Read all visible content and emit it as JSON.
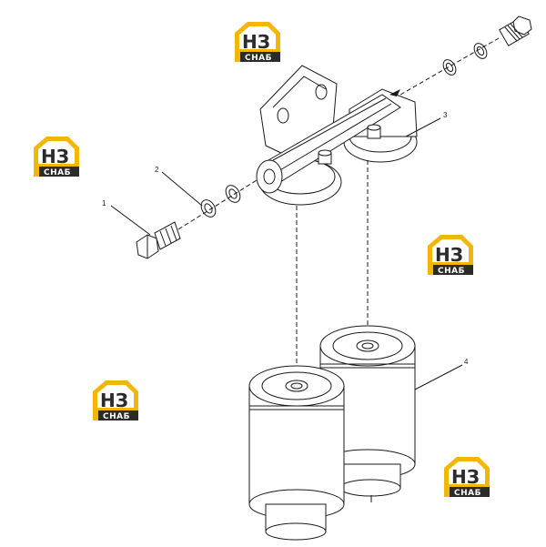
{
  "callouts": [
    {
      "id": "1",
      "text": "1"
    },
    {
      "id": "2",
      "text": "2"
    },
    {
      "id": "3",
      "text": "3"
    },
    {
      "id": "4",
      "text": "4"
    }
  ],
  "watermark": {
    "main": "НЗ",
    "sub": "СНАБ",
    "accent_color": "#f2b705",
    "dark_color": "#2b2b2b"
  }
}
